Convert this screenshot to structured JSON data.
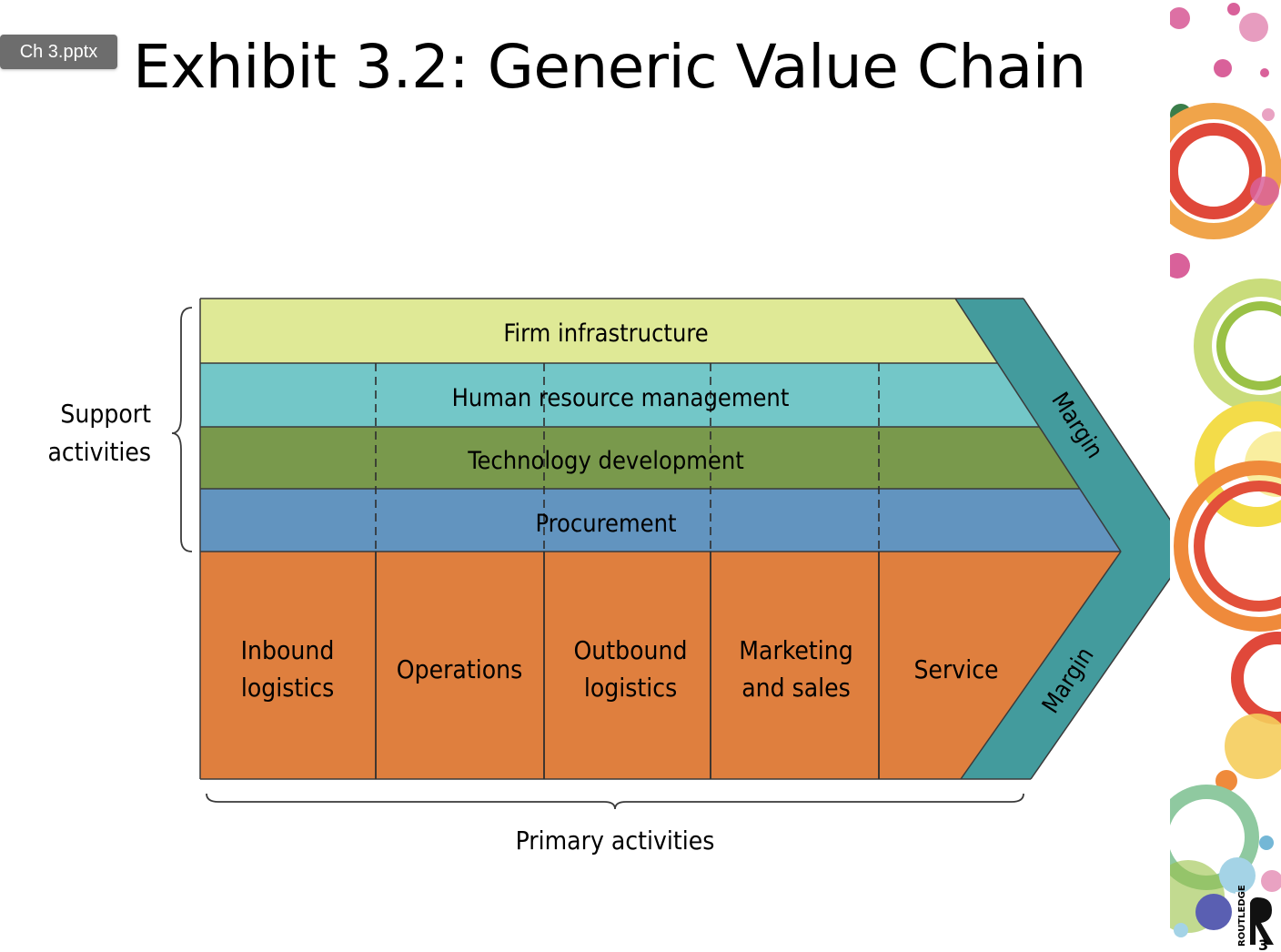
{
  "file_badge": "Ch 3.pptx",
  "title": "Exhibit 3.2: Generic Value Chain",
  "support": {
    "label_line1": "Support",
    "label_line2": "activities",
    "rows": [
      {
        "label": "Firm infrastructure",
        "color": "#dfe996"
      },
      {
        "label": "Human resource management",
        "color": "#73c7c8"
      },
      {
        "label": "Technology development",
        "color": "#79994c"
      },
      {
        "label": "Procurement",
        "color": "#6294bf"
      }
    ]
  },
  "primary": {
    "label": "Primary activities",
    "color": "#df7f3e",
    "columns": [
      {
        "line1": "Inbound",
        "line2": "logistics"
      },
      {
        "line1": "Operations",
        "line2": ""
      },
      {
        "line1": "Outbound",
        "line2": "logistics"
      },
      {
        "line1": "Marketing",
        "line2": "and sales"
      },
      {
        "line1": "Service",
        "line2": ""
      }
    ]
  },
  "margin": {
    "top_label": "Margin",
    "bottom_label": "Margin",
    "color": "#439b9d"
  },
  "publisher": {
    "logo_text": "ROUTLEDGE",
    "page_fragment": "3"
  }
}
